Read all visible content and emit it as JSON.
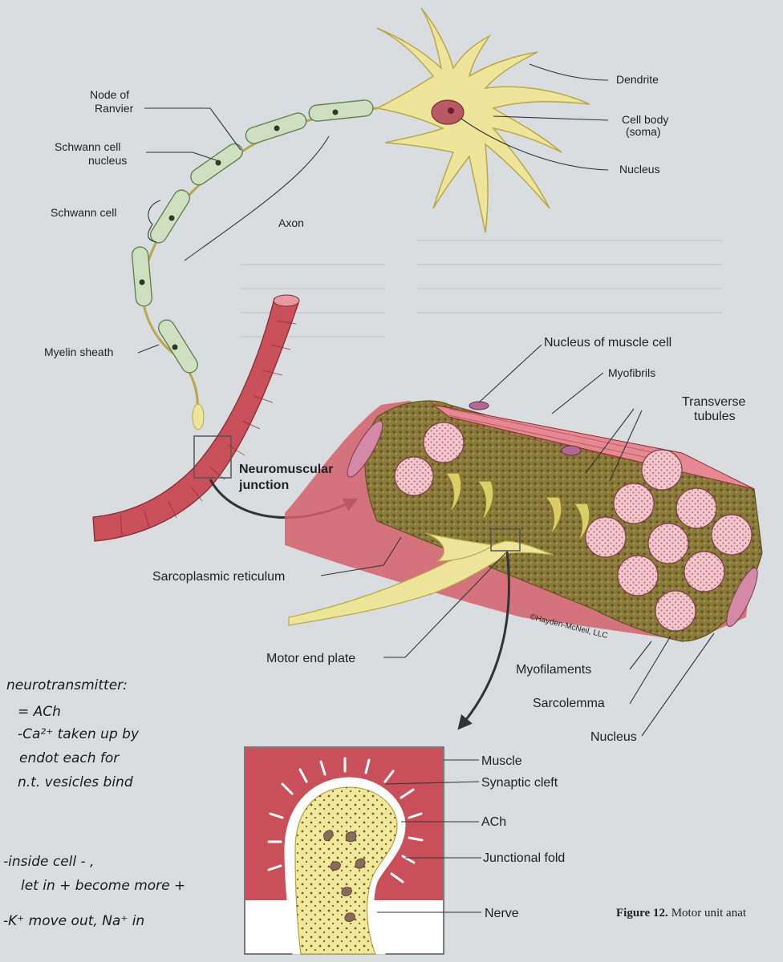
{
  "neuron_labels": {
    "node_of_ranvier": "Node of\nRanvier",
    "schwann_cell_nucleus": "Schwann cell\nnucleus",
    "schwann_cell": "Schwann cell",
    "axon": "Axon",
    "myelin_sheath": "Myelin sheath",
    "dendrite": "Dendrite",
    "cell_body": "Cell body\n(soma)",
    "nucleus": "Nucleus"
  },
  "muscle_labels": {
    "neuromuscular_junction": "Neuromuscular\njunction",
    "nucleus_of_muscle_cell": "Nucleus of muscle cell",
    "myofibrils": "Myofibrils",
    "transverse_tubules": "Transverse\ntubules",
    "sarcoplasmic_reticulum": "Sarcoplasmic reticulum",
    "motor_end_plate": "Motor end plate",
    "myofilaments": "Myofilaments",
    "sarcolemma": "Sarcolemma",
    "nucleus": "Nucleus",
    "copyright": "©Hayden-McNeil, LLC"
  },
  "inset_labels": {
    "muscle": "Muscle",
    "synaptic_cleft": "Synaptic cleft",
    "ach": "ACh",
    "junctional_fold": "Junctional fold",
    "nerve": "Nerve"
  },
  "caption": {
    "figure_number": "Figure 12.",
    "title": "Motor unit anat"
  },
  "handwritten_notes": [
    "neurotransmitter:",
    "= ACh",
    "-Ca²⁺ taken up by",
    "endot each for",
    "n.t. vesicles bind",
    "-inside cell - ,",
    "let in + become more +",
    "-K⁺ move out, Na⁺ in"
  ],
  "colors": {
    "page": "#d9dde0",
    "neuron_yellow": "#ece59a",
    "neuron_outline": "#b8a84a",
    "myelin_green": "#cfe0c0",
    "muscle_red": "#c9505a",
    "muscle_pink": "#e89aa0",
    "myofibril_pink": "#f2c6cc",
    "filler_olive": "#8a7a3a",
    "nucleus_maroon": "#9a3a40"
  }
}
